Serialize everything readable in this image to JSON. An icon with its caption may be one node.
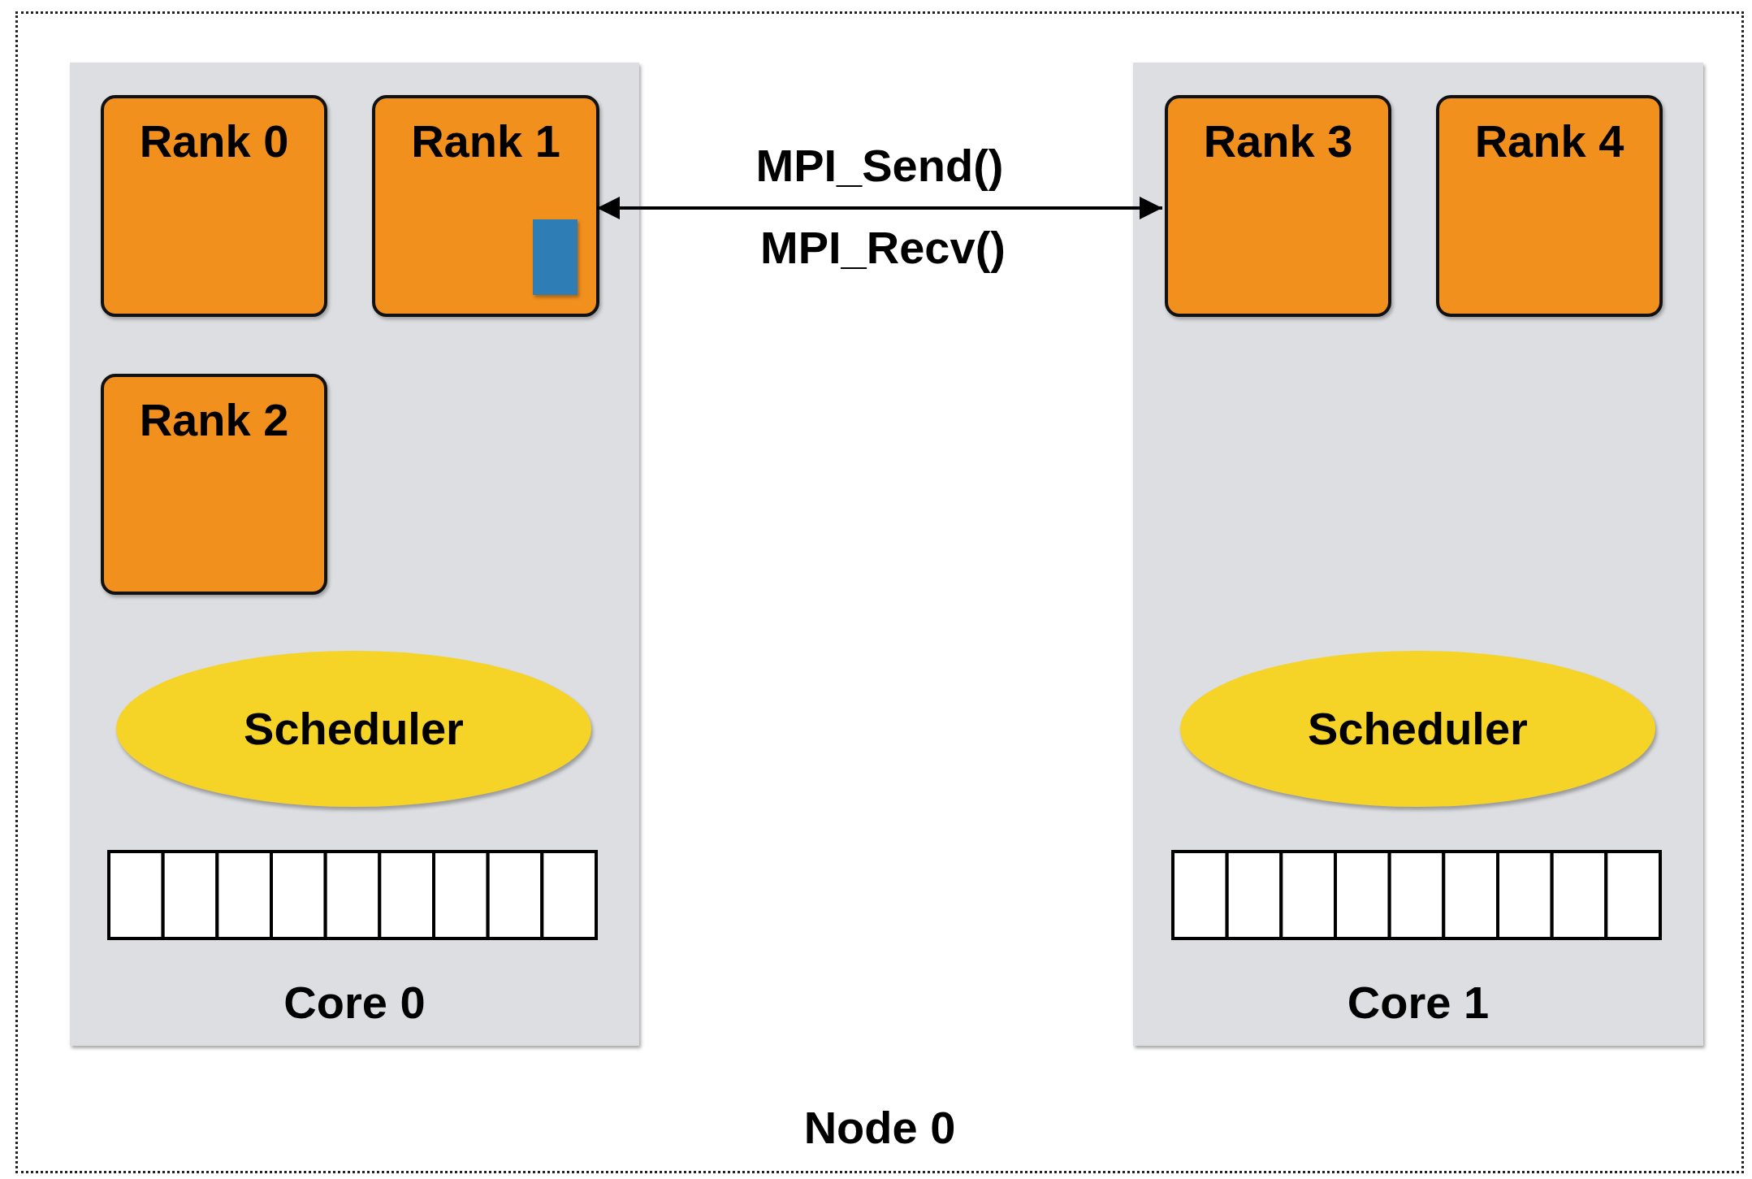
{
  "diagram": {
    "nodes": [
      {
        "text": [
          "Node 0"
        ]
      },
      {
        "text": [
          "Core 0"
        ],
        "in": 0
      },
      {
        "text": [
          "Rank 0"
        ],
        "in": 1
      },
      {
        "text": [
          "Rank 1"
        ],
        "in": 1
      },
      {
        "text": [],
        "shape": "box",
        "in": 3
      },
      {
        "text": [
          "Rank 2"
        ],
        "in": 1
      },
      {
        "text": [
          "Scheduler"
        ],
        "in": 1
      },
      {
        "text": [
          "Core 1"
        ],
        "in": 0
      },
      {
        "text": [
          "Rank 3"
        ],
        "in": 7
      },
      {
        "text": [
          "Rank 4"
        ],
        "in": 7
      },
      {
        "text": [
          "Scheduler"
        ],
        "in": 7
      }
    ],
    "edges": [
      {
        "from": 3,
        "to": 8,
        "arrow": "both",
        "label": "MPI_Send()"
      }
    ],
    "labels": [
      "MPI_Recv()"
    ]
  }
}
